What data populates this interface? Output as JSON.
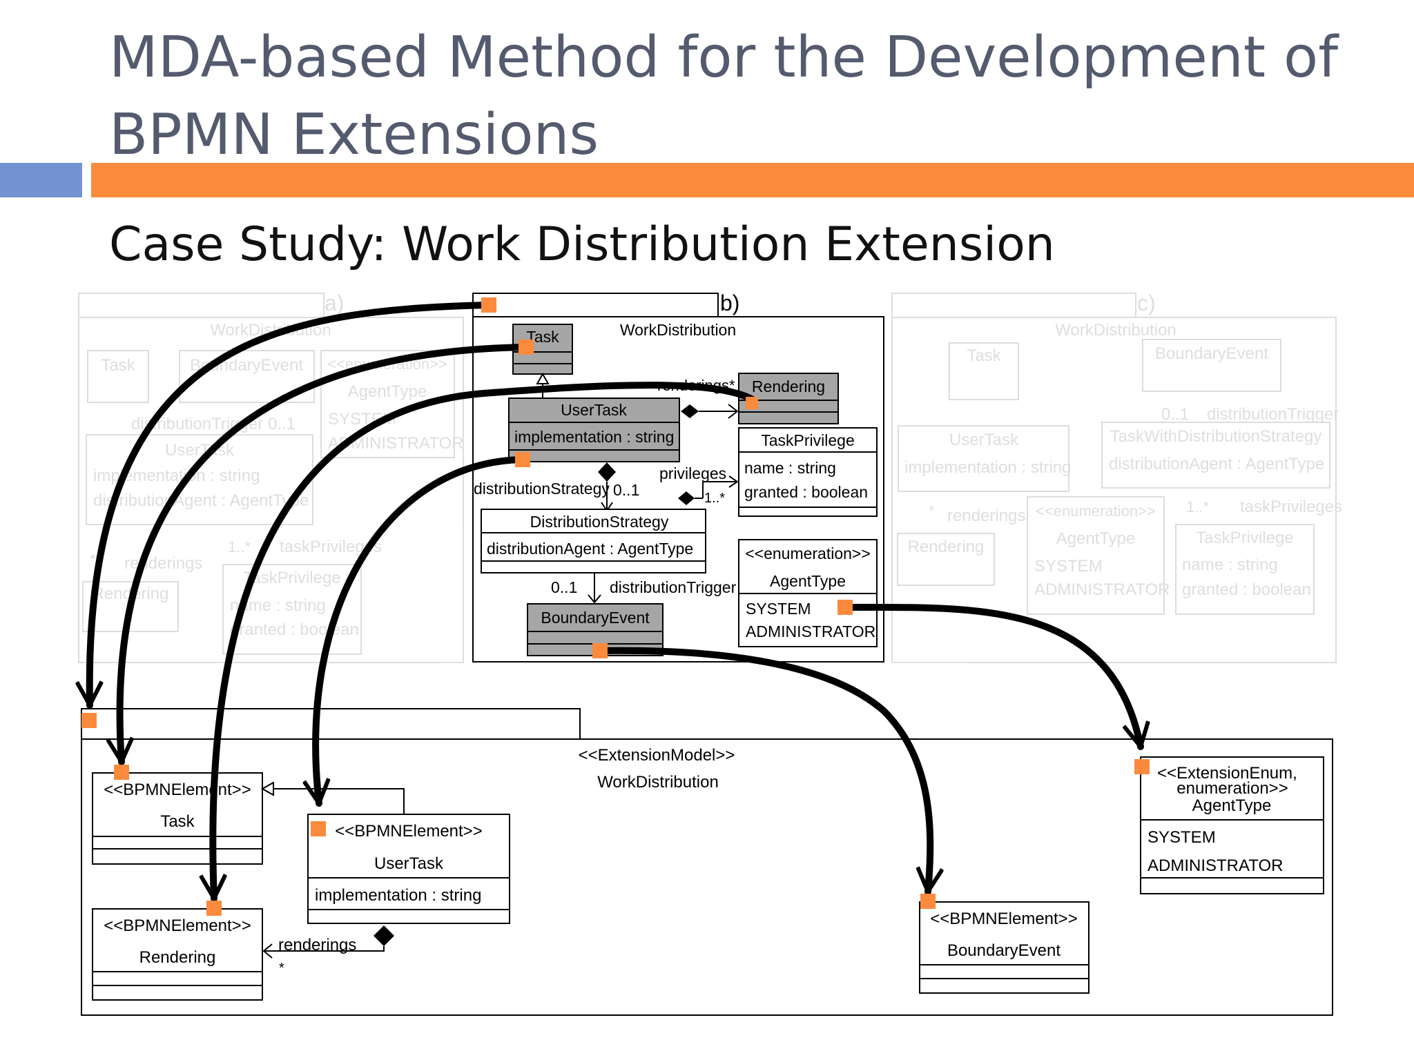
{
  "slide": {
    "title_line1": "MDA-based Method for the Development of",
    "title_line2": "BPMN Extensions",
    "subtitle": "Case Study: Work Distribution Extension"
  },
  "colors": {
    "accent_orange": "#fb8a3c",
    "accent_blue": "#7393d2",
    "title_gray": "#545b6e",
    "class_fill": "#a6a6a6",
    "marker": "#fb8a3c"
  },
  "panel_a": {
    "tag": "a)",
    "package": "WorkDistribution",
    "task": "Task",
    "boundary_event": "BoundaryEvent",
    "enum_stereo": "<<enumeration>>",
    "enum_name": "AgentType",
    "enum_v1": "SYSTEM",
    "enum_v2": "ADMINISTRATOR",
    "user_task": "UserTask",
    "attr1": "implementation : string",
    "attr2": "distributionAgent : AgentType",
    "dist_trigger": "distributionTrigger",
    "mult_01": "0..1",
    "renderings": "renderings",
    "star": "*",
    "mult_1star": "1..*",
    "task_privileges": "taskPrivileges",
    "rendering": "Rendering",
    "task_privilege": "TaskPrivilege",
    "tp_attr1": "name : string",
    "tp_attr2": "granted : boolean"
  },
  "panel_b": {
    "tag": "b)",
    "package": "WorkDistribution",
    "task": "Task",
    "renderings_label": "renderings*",
    "rendering": "Rendering",
    "user_task": "UserTask",
    "ut_attr": "implementation : string",
    "task_privilege": "TaskPrivilege",
    "tp_attr1": "name : string",
    "tp_attr2": "granted : boolean",
    "dist_strategy_role": "distributionStrategy",
    "mult_01": "0..1",
    "privileges": "privileges",
    "mult_1star": "1..*",
    "dist_strategy": "DistributionStrategy",
    "ds_attr": "distributionAgent : AgentType",
    "enum_stereo": "<<enumeration>>",
    "enum_name": "AgentType",
    "enum_v1": "SYSTEM",
    "enum_v2": "ADMINISTRATOR",
    "trigger_mult": "0..1",
    "dist_trigger": "distributionTrigger",
    "boundary_event": "BoundaryEvent"
  },
  "panel_c": {
    "tag": "c)",
    "package": "WorkDistribution",
    "task": "Task",
    "boundary_event": "BoundaryEvent",
    "mult_01": "0..1",
    "dist_trigger": "distributionTrigger",
    "user_task": "UserTask",
    "ut_attr": "implementation : string",
    "twds": "TaskWithDistributionStrategy",
    "twds_attr": "distributionAgent : AgentType",
    "renderings": "renderings",
    "star": "*",
    "enum_stereo": "<<enumeration>>",
    "enum_name": "AgentType",
    "enum_v1": "SYSTEM",
    "enum_v2": "ADMINISTRATOR",
    "mult_1star": "1..*",
    "task_privileges": "taskPrivileges",
    "rendering": "Rendering",
    "task_privilege": "TaskPrivilege",
    "tp_attr1": "name : string",
    "tp_attr2": "granted : boolean"
  },
  "extension_model": {
    "stereotype": "<<ExtensionModel>>",
    "name": "WorkDistribution",
    "bpmn_stereo": "<<BPMNElement>>",
    "task": "Task",
    "user_task": "UserTask",
    "ut_attr": "implementation : string",
    "rendering": "Rendering",
    "renderings": "renderings",
    "star": "*",
    "boundary_event": "BoundaryEvent",
    "ext_enum_line1": "<<ExtensionEnum,",
    "ext_enum_line2": "enumeration>>",
    "agent_type": "AgentType",
    "enum_v1": "SYSTEM",
    "enum_v2": "ADMINISTRATOR"
  }
}
